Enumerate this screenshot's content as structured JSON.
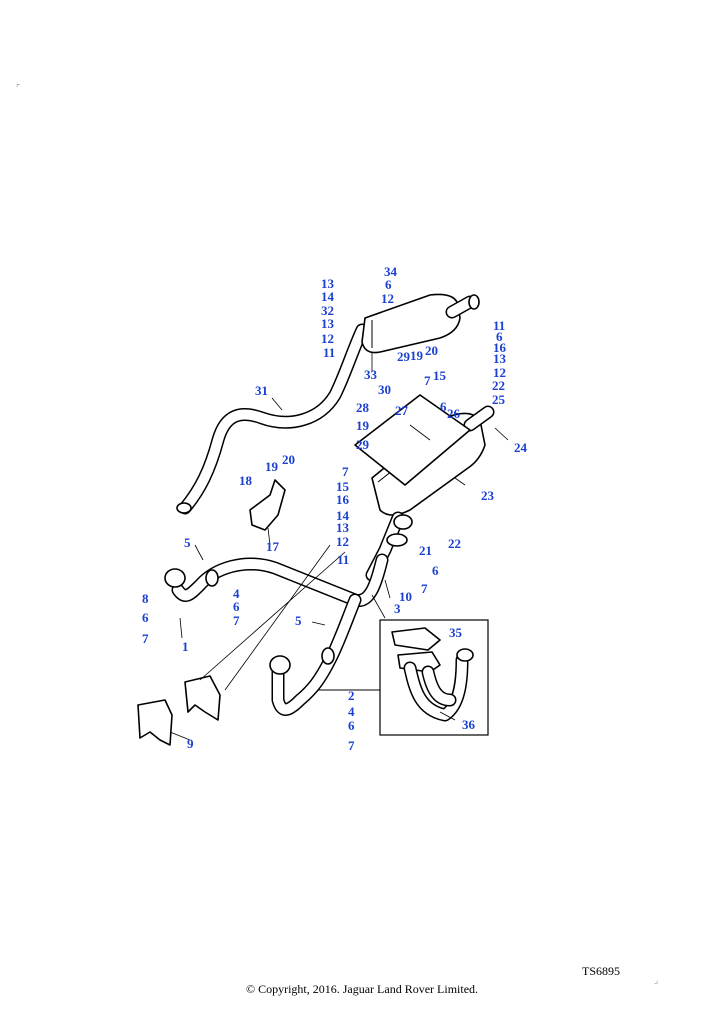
{
  "figure": {
    "reference_code": "TS6895",
    "copyright": "© Copyright, 2016. Jaguar Land Rover Limited."
  },
  "callouts": [
    {
      "id": "c34",
      "label": "34"
    },
    {
      "id": "c6a",
      "label": "6"
    },
    {
      "id": "c13a",
      "label": "13"
    },
    {
      "id": "c12a",
      "label": "12"
    },
    {
      "id": "c14a",
      "label": "14"
    },
    {
      "id": "c32",
      "label": "32"
    },
    {
      "id": "c13b",
      "label": "13"
    },
    {
      "id": "c12b",
      "label": "12"
    },
    {
      "id": "c11a",
      "label": "11"
    },
    {
      "id": "c33",
      "label": "33"
    },
    {
      "id": "c31",
      "label": "31"
    },
    {
      "id": "c11b",
      "label": "11"
    },
    {
      "id": "c6b",
      "label": "6"
    },
    {
      "id": "c16a",
      "label": "16"
    },
    {
      "id": "c13c",
      "label": "13"
    },
    {
      "id": "c12c",
      "label": "12"
    },
    {
      "id": "c22a",
      "label": "22"
    },
    {
      "id": "c25",
      "label": "25"
    },
    {
      "id": "c20a",
      "label": "20"
    },
    {
      "id": "c29a",
      "label": "29"
    },
    {
      "id": "c19a",
      "label": "19"
    },
    {
      "id": "c30",
      "label": "30"
    },
    {
      "id": "c7a",
      "label": "7"
    },
    {
      "id": "c15a",
      "label": "15"
    },
    {
      "id": "c26",
      "label": "26"
    },
    {
      "id": "c6c",
      "label": "6"
    },
    {
      "id": "c28",
      "label": "28"
    },
    {
      "id": "c27",
      "label": "27"
    },
    {
      "id": "c19b",
      "label": "19"
    },
    {
      "id": "c29b",
      "label": "29"
    },
    {
      "id": "c24",
      "label": "24"
    },
    {
      "id": "c19c",
      "label": "19"
    },
    {
      "id": "c20b",
      "label": "20"
    },
    {
      "id": "c18",
      "label": "18"
    },
    {
      "id": "c17",
      "label": "17"
    },
    {
      "id": "c7b",
      "label": "7"
    },
    {
      "id": "c15b",
      "label": "15"
    },
    {
      "id": "c16b",
      "label": "16"
    },
    {
      "id": "c23",
      "label": "23"
    },
    {
      "id": "c14b",
      "label": "14"
    },
    {
      "id": "c13d",
      "label": "13"
    },
    {
      "id": "c12d",
      "label": "12"
    },
    {
      "id": "c22b",
      "label": "22"
    },
    {
      "id": "c21",
      "label": "21"
    },
    {
      "id": "c11c",
      "label": "11"
    },
    {
      "id": "c6d",
      "label": "6"
    },
    {
      "id": "c7c",
      "label": "7"
    },
    {
      "id": "c5a",
      "label": "5"
    },
    {
      "id": "c10",
      "label": "10"
    },
    {
      "id": "c3",
      "label": "3"
    },
    {
      "id": "c8",
      "label": "8"
    },
    {
      "id": "c4a",
      "label": "4"
    },
    {
      "id": "c6e",
      "label": "6"
    },
    {
      "id": "c6f",
      "label": "6"
    },
    {
      "id": "c7d",
      "label": "7"
    },
    {
      "id": "c7e",
      "label": "7"
    },
    {
      "id": "c1",
      "label": "1"
    },
    {
      "id": "c5b",
      "label": "5"
    },
    {
      "id": "c35",
      "label": "35"
    },
    {
      "id": "c2",
      "label": "2"
    },
    {
      "id": "c4b",
      "label": "4"
    },
    {
      "id": "c6g",
      "label": "6"
    },
    {
      "id": "c36",
      "label": "36"
    },
    {
      "id": "c7f",
      "label": "7"
    },
    {
      "id": "c9",
      "label": "9"
    }
  ]
}
